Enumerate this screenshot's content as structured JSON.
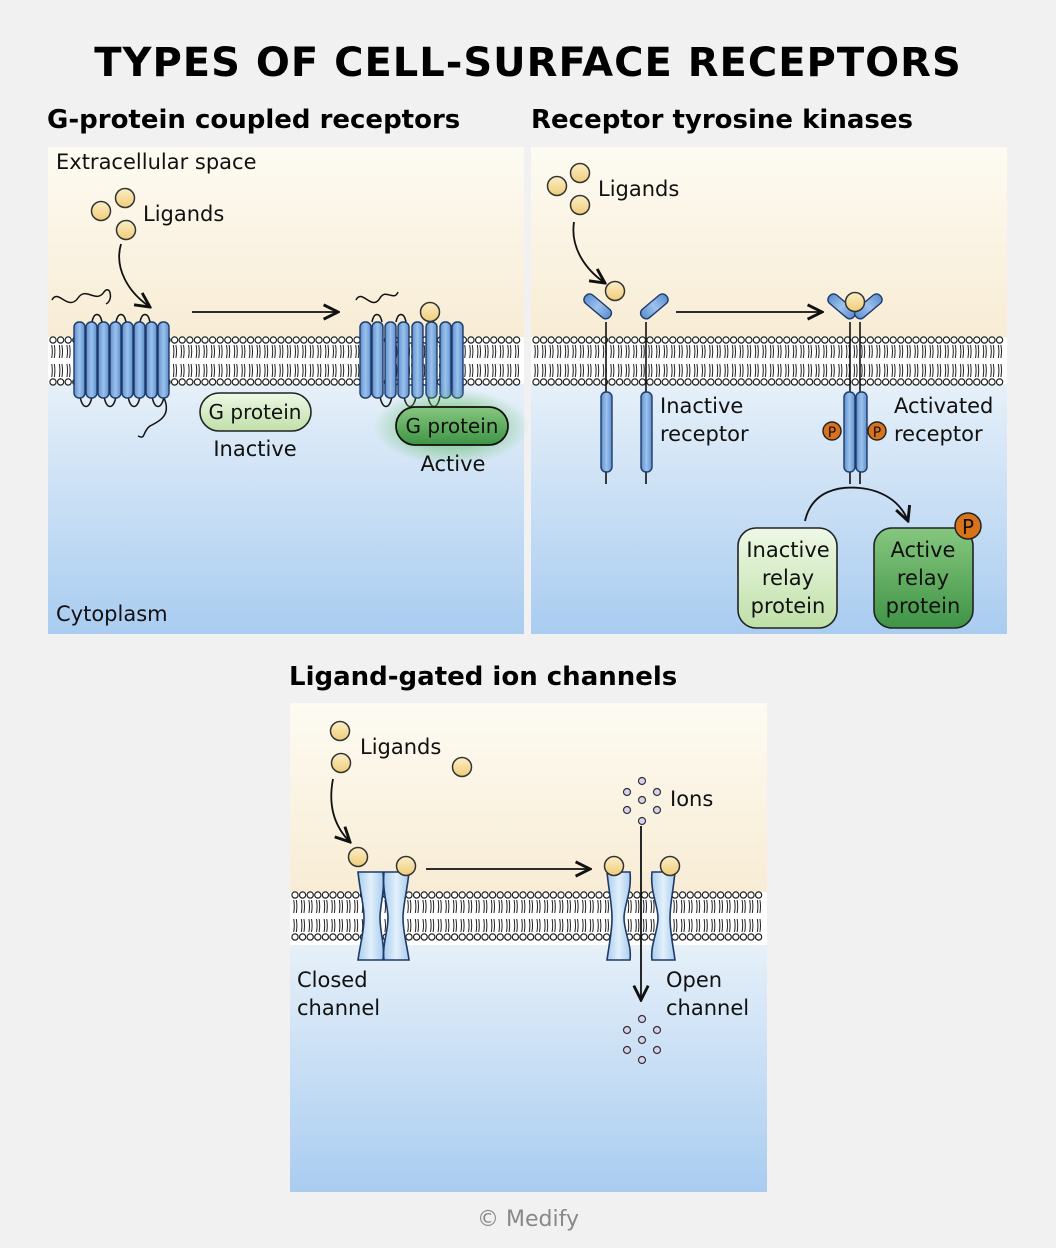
{
  "title": "TYPES OF CELL-SURFACE RECEPTORS",
  "gpcr": {
    "heading": "G-protein coupled receptors",
    "extracellular": "Extracellular space",
    "cytoplasm": "Cytoplasm",
    "ligands": "Ligands",
    "g_protein": "G protein",
    "inactive": "Inactive",
    "active": "Active"
  },
  "rtk": {
    "heading": "Receptor tyrosine kinases",
    "ligands": "Ligands",
    "inactive_receptor_1": "Inactive",
    "inactive_receptor_2": "receptor",
    "activated_receptor_1": "Activated",
    "activated_receptor_2": "receptor",
    "phosphate": "P",
    "inactive_relay": [
      "Inactive",
      "relay",
      "protein"
    ],
    "active_relay": [
      "Active",
      "relay",
      "protein"
    ]
  },
  "lgic": {
    "heading": "Ligand-gated ion channels",
    "ligands": "Ligands",
    "ions": "Ions",
    "closed_1": "Closed",
    "closed_2": "channel",
    "open_1": "Open",
    "open_2": "channel"
  },
  "credit": "© Medify",
  "colors": {
    "extracellular_top": "#fcf9ec",
    "extracellular_bottom": "#f8eed8",
    "cytoplasm_top": "#e3eef8",
    "cytoplasm_bottom": "#a9cdf1",
    "receptor_blue": "#79a7de",
    "ligand_fill": "#f6dc9a",
    "inactive_green": "#d2ebc0",
    "active_green": "#5aaa5a",
    "phosphate_orange": "#d8731c"
  }
}
